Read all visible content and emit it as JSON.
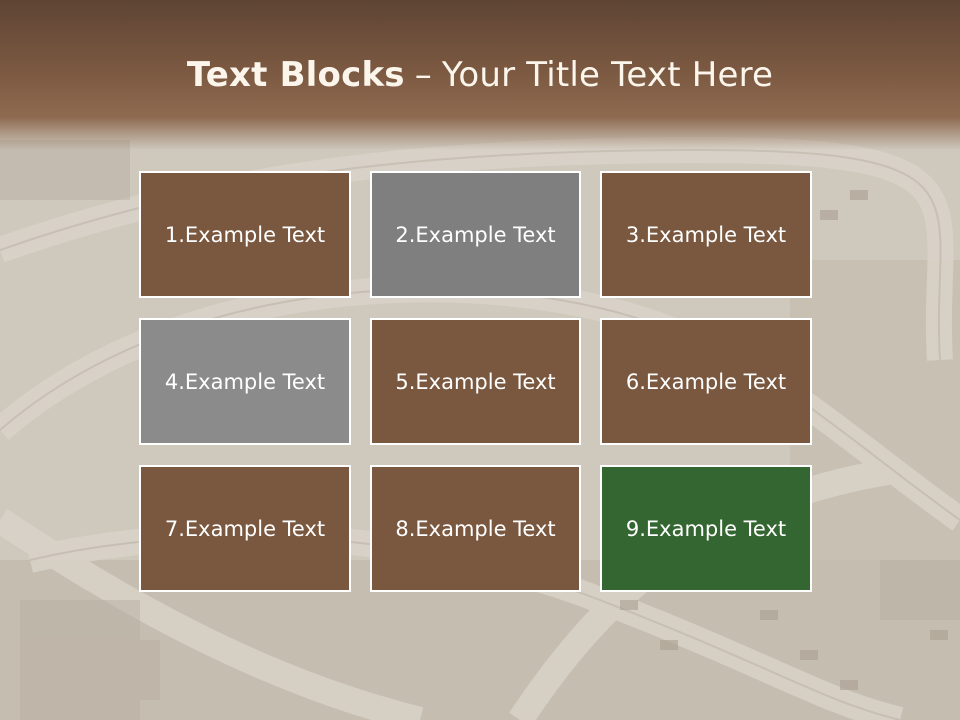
{
  "slide": {
    "title_bold": "Text Blocks",
    "title_separator": "–",
    "title_rest": "Your Title Text Here"
  },
  "blocks": [
    {
      "label": "1.Example Text",
      "color": "#7a573f"
    },
    {
      "label": "2.Example Text",
      "color": "#7f7f7f"
    },
    {
      "label": "3.Example Text",
      "color": "#7a573f"
    },
    {
      "label": "4.Example Text",
      "color": "#8b8b8b"
    },
    {
      "label": "5.Example Text",
      "color": "#7a573f"
    },
    {
      "label": "6.Example Text",
      "color": "#7a573f"
    },
    {
      "label": "7.Example Text",
      "color": "#7a573f"
    },
    {
      "label": "8.Example Text",
      "color": "#7a573f"
    },
    {
      "label": "9.Example Text",
      "color": "#346631"
    }
  ],
  "colors": {
    "header": "#7d5a42",
    "title_text": "#fbf5ec",
    "block_border": "#ffffff"
  }
}
